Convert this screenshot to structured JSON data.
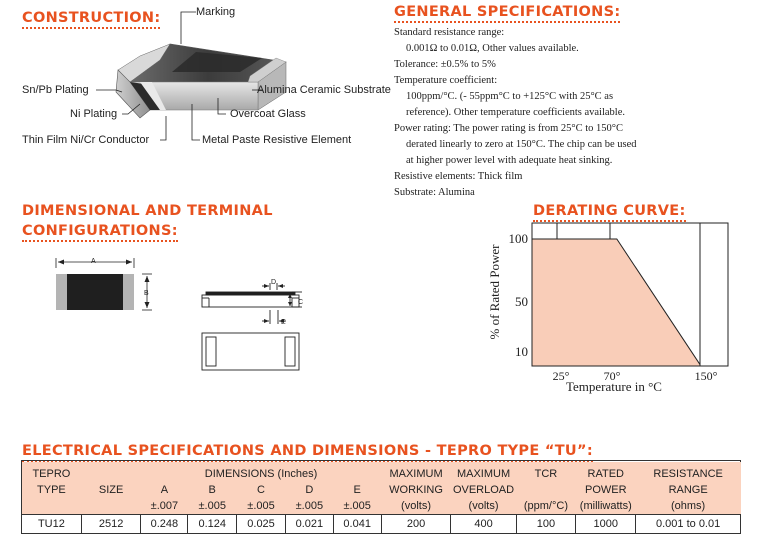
{
  "headings": {
    "construction": "CONSTRUCTION:",
    "general": "GENERAL SPECIFICATIONS:",
    "dimensional_1": "DIMENSIONAL AND TERMINAL",
    "dimensional_2": "CONFIGURATIONS:",
    "derating": "DERATING CURVE:",
    "electrical": "ELECTRICAL SPECIFICATIONS AND DIMENSIONS - TEPRO TYPE “TU”:"
  },
  "construction_labels": {
    "marking": "Marking",
    "snpb": "Sn/Pb Plating",
    "ni": "Ni Plating",
    "thin_film": "Thin Film Ni/Cr Conductor",
    "alumina": "Alumina Ceramic Substrate",
    "overcoat": "Overcoat Glass",
    "metal_paste": "Metal Paste Resistive Element"
  },
  "general_specs": [
    {
      "text": "Standard resistance range:",
      "indent": false
    },
    {
      "text": "0.001Ω to 0.01Ω, Other values available.",
      "indent": true
    },
    {
      "text": "Tolerance: ±0.5% to 5%",
      "indent": false
    },
    {
      "text": "Temperature coefficient:",
      "indent": false
    },
    {
      "text": "100ppm/°C. (- 55ppm°C to +125°C with 25°C as",
      "indent": true
    },
    {
      "text": "reference).  Other temperature coefficients available.",
      "indent": true
    },
    {
      "text": "Power rating: The power rating is from 25°C to 150°C",
      "indent": false
    },
    {
      "text": "derated linearly to zero at 150°C.  The chip can be used",
      "indent": true
    },
    {
      "text": "at higher power level with adequate heat sinking.",
      "indent": true
    },
    {
      "text": "Resistive elements: Thick film",
      "indent": false
    },
    {
      "text": "Substrate: Alumina",
      "indent": false
    }
  ],
  "dimension_letters": {
    "a": "A",
    "b": "B",
    "c": "C",
    "d": "D",
    "e": "E"
  },
  "chart_data": {
    "type": "line",
    "title": "DERATING CURVE:",
    "xlabel": "Temperature in °C",
    "ylabel": "% of Rated Power",
    "x": [
      25,
      70,
      150
    ],
    "series": [
      {
        "values": [
          100,
          100,
          0
        ]
      }
    ],
    "xticks": [
      "25°",
      "70°",
      "150°"
    ],
    "yticks": [
      "100",
      "50",
      "10"
    ],
    "fill_color": "#f9cdb8",
    "grid": false
  },
  "table": {
    "header_row1": [
      "TEPRO",
      "",
      "DIMENSIONS (Inches)",
      "MAXIMUM",
      "MAXIMUM",
      "TCR",
      "RATED",
      "RESISTANCE"
    ],
    "header_row2": [
      "TYPE",
      "SIZE",
      "A",
      "B",
      "C",
      "D",
      "E",
      "WORKING",
      "OVERLOAD",
      "",
      "POWER",
      "RANGE"
    ],
    "header_row3": [
      "",
      "",
      "±.007",
      "±.005",
      "±.005",
      "±.005",
      "±.005",
      "(volts)",
      "(volts)",
      "(ppm/°C)",
      "(milliwatts)",
      "(ohms)"
    ],
    "rows": [
      [
        "TU12",
        "2512",
        "0.248",
        "0.124",
        "0.025",
        "0.021",
        "0.041",
        "200",
        "400",
        "100",
        "1000",
        "0.001 to 0.01"
      ]
    ]
  }
}
